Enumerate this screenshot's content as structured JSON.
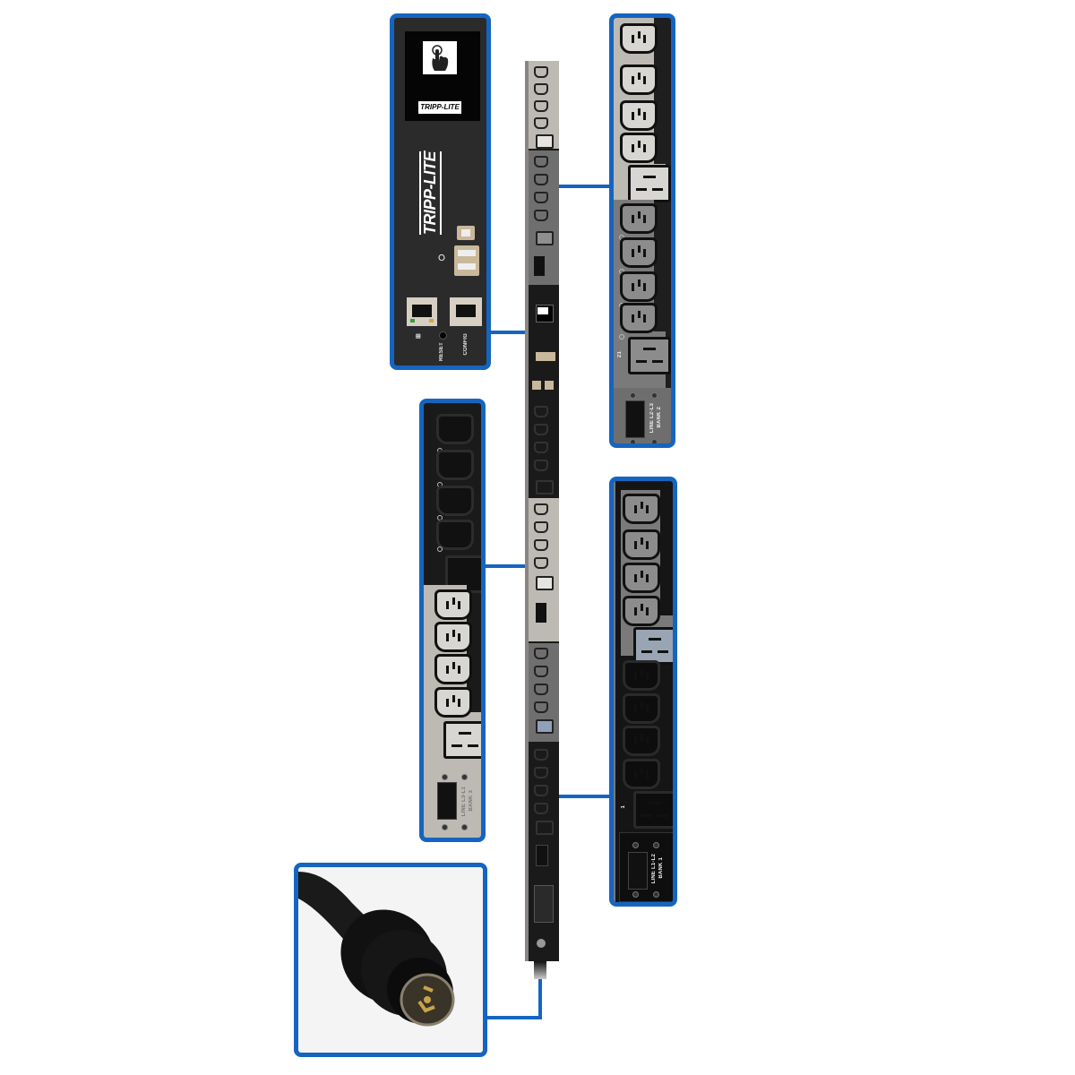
{
  "product": {
    "brand": "TRIPP-LITE",
    "type": "Vertical Rack PDU with callout detail views"
  },
  "colors": {
    "callout_border": "#1565c0",
    "pdu_body": "#1a1a1a",
    "bank_light": "#bdbab4",
    "bank_mid": "#7c7c7c",
    "bank_dark": "#161616",
    "background": "#ffffff"
  },
  "controller_panel": {
    "touch_icon": "touch-hand-icon",
    "display_logo": "TRIPP-LITE",
    "vertical_logo": "TRIPP-LITE",
    "usb_icon": "usb-icon",
    "ports": [
      {
        "label": "ENV/NET",
        "icon": "network-icon"
      },
      {
        "label": "RESET"
      },
      {
        "label": "CONFIG"
      }
    ]
  },
  "callout_top_right": {
    "outlets": [
      "C13",
      "C13",
      "C13",
      "C13",
      "C19",
      "C13",
      "C13",
      "C13",
      "C13",
      "C19"
    ],
    "outlet_numbers": [
      "",
      "",
      "",
      "",
      "",
      "",
      "",
      "",
      "",
      "21"
    ],
    "breaker_label": "LINE L2-L3",
    "bank_label": "BANK 2"
  },
  "callout_mid_left": {
    "outlets": [
      "C13",
      "C13",
      "C13",
      "C13",
      "C19",
      "C13",
      "C13",
      "C13",
      "C13",
      "C19"
    ],
    "breaker_label": "LINE L3-L1",
    "bank_label": "BANK 3"
  },
  "callout_bottom_right": {
    "outlets": [
      "C13",
      "C13",
      "C13",
      "C13",
      "C19",
      "C13",
      "C13",
      "C13",
      "C13",
      "C19"
    ],
    "outlet_numbers": [
      "",
      "",
      "",
      "",
      "",
      "",
      "",
      "",
      "",
      "1"
    ],
    "breaker_label": "LINE L1-L2",
    "bank_label": "BANK 1"
  },
  "callout_plug": {
    "description": "Locking input plug with cord",
    "icon": "locking-plug-icon"
  }
}
